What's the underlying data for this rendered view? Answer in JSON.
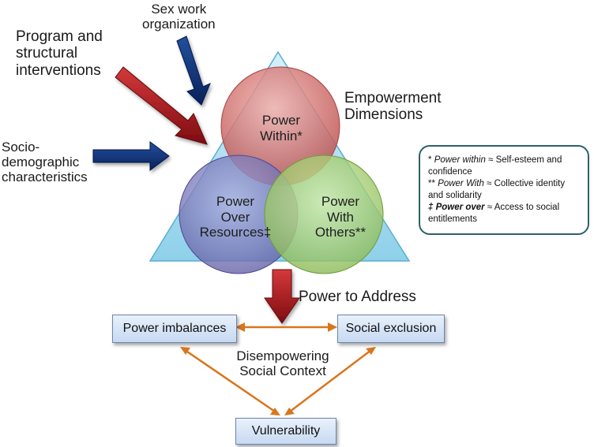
{
  "labels": {
    "sex_work_organization": [
      "Sex work",
      "organization"
    ],
    "program_interventions": [
      "Program and",
      "structural",
      "interventions"
    ],
    "socio_demographic": [
      "Socio-",
      "demographic",
      "characteristics"
    ],
    "empowerment_dimensions": [
      "Empowerment",
      "Dimensions"
    ],
    "power_to_address": "Power to Address",
    "disempowering_context": [
      "Disempowering",
      "Social Context"
    ]
  },
  "circles": {
    "power_within": [
      "Power",
      "Within*"
    ],
    "power_over_resources": [
      "Power",
      "Over",
      "Resources‡"
    ],
    "power_with_others": [
      "Power",
      "With",
      "Others**"
    ]
  },
  "boxes": {
    "power_imbalances": "Power imbalances",
    "social_exclusion": "Social exclusion",
    "vulnerability": "Vulnerability"
  },
  "legend": {
    "items": [
      {
        "marker": "*",
        "term": "Power within",
        "approx": "≈",
        "definition": "Self-esteem and confidence"
      },
      {
        "marker": "**",
        "term": "Power With",
        "approx": "≈",
        "definition": "Collective identity and solidarity"
      },
      {
        "marker": "‡",
        "term": "Power over",
        "approx": "≈",
        "definition": "Access to social entitlements"
      }
    ]
  },
  "colors": {
    "triangle": "#a9dcef",
    "circle_red": "#c9605f",
    "circle_blue": "#6f6bb0",
    "circle_green": "#9cc765",
    "arrow_red": "#a4161a",
    "arrow_blue": "#0d2f79",
    "connector_orange": "#d9761c",
    "box_fill": "#d5e3f5",
    "legend_border": "#2e5f6e"
  }
}
